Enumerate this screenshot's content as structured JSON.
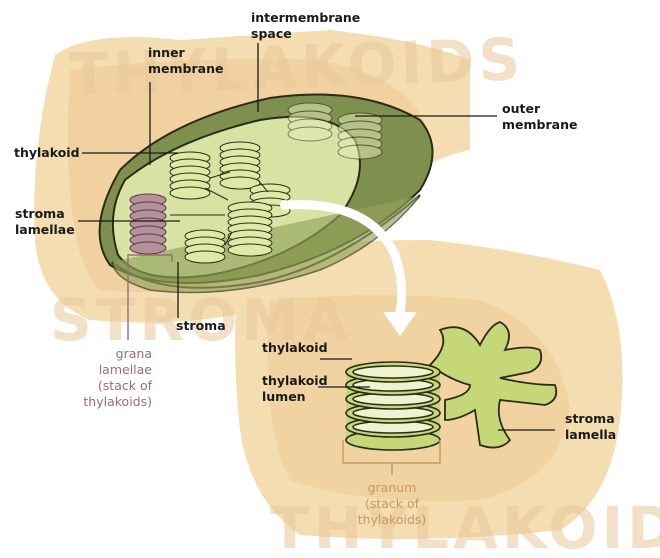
{
  "diagram": {
    "labels": {
      "intermembrane_space": [
        "intermembrane",
        "space"
      ],
      "inner_membrane": [
        "inner",
        "membrane"
      ],
      "outer_membrane": [
        "outer",
        "membrane"
      ],
      "thylakoid_top": "thylakoid",
      "stroma_lamellae": [
        "stroma",
        "lamellae"
      ],
      "stroma": "stroma",
      "grana_lamellae": [
        "grana",
        "lamellae",
        "(stack of",
        "thylakoids)"
      ],
      "thylakoid_zoom": "thylakoid",
      "thylakoid_lumen": [
        "thylakoid",
        "lumen"
      ],
      "stroma_lamella": [
        "stroma",
        "lamella"
      ],
      "granum": [
        "granum",
        "(stack of",
        "thylakoids)"
      ]
    },
    "background_words": {
      "top": "THYLAKOIDS",
      "middle": "STROMA",
      "bottom": "THYLAKOIDS"
    },
    "colors": {
      "wash": "#f3dcae",
      "wash_dark": "#eac894",
      "outer_membrane": "#7f8f4e",
      "inner_fill": "#d8e3a3",
      "thylakoid": "#dfe9a6",
      "grana_mauve": "#b3909c",
      "mauve_text": "#9a6c78",
      "orange_text": "#c99662",
      "stroma_lamella": "#c6d777"
    }
  }
}
